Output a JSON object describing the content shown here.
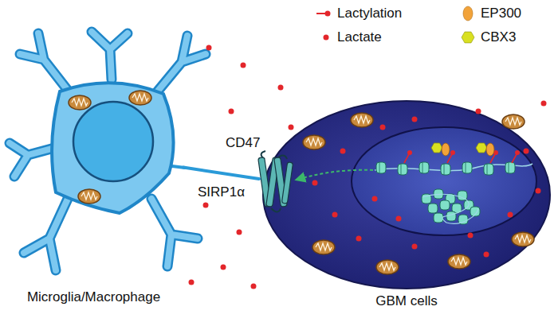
{
  "diagram": {
    "nodes": [
      {
        "text": [
          "Microglia/Macrophage"
        ]
      },
      {
        "text": [
          "GBM cells"
        ]
      }
    ],
    "edges": [
      {
        "from": 0,
        "to": 1,
        "arrow": "none",
        "label": "SIRP1α"
      }
    ],
    "labels": [
      "CD47"
    ],
    "legend": [
      {
        "text": "Lactylation"
      },
      {
        "text": "Lactate",
        "color": "#e3262b"
      },
      {
        "text": "EP300",
        "color": "#f2a33a"
      },
      {
        "text": "CBX3",
        "color": "#d9e021"
      }
    ]
  }
}
